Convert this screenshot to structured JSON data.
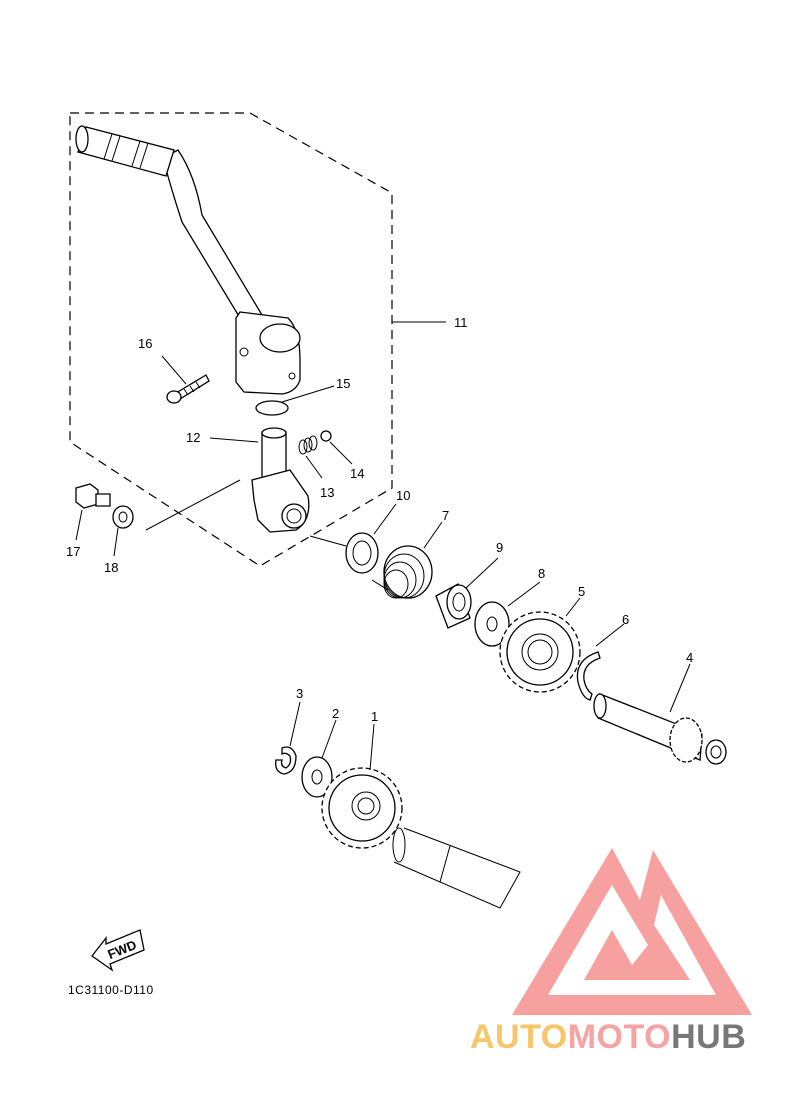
{
  "diagram": {
    "drawing_code": "1C31100-D110",
    "direction_arrow_label": "FWD",
    "callouts": [
      "1",
      "2",
      "3",
      "4",
      "5",
      "6",
      "7",
      "8",
      "9",
      "10",
      "11",
      "12",
      "13",
      "14",
      "15",
      "16",
      "17",
      "18"
    ]
  },
  "watermark": {
    "brand_part1": "AUTO",
    "brand_part2": "MOTO",
    "brand_part3": "HUB",
    "colors": {
      "logo": "#f7a0a0",
      "auto": "#f8c56a",
      "moto": "#f5a4a4",
      "hub": "#777777"
    }
  }
}
